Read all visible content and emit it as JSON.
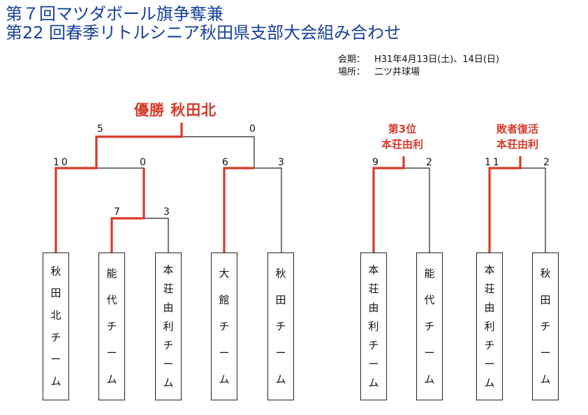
{
  "header": {
    "title_line1": "第７回マツダボール旗争奪兼",
    "title_line2": "第22 回春季リトルシニア秋田県支部大会組み合わせ",
    "date_label": "会期：",
    "date_value": "H31年4月13日(土)、14日(日)",
    "place_label": "場所：",
    "place_value": "二ツ井球場"
  },
  "labels": {
    "champion": "優勝  秋田北",
    "third_title": "第3位",
    "third_team": "本荘由利",
    "repechage_title": "敗者復活",
    "repechage_team": "本荘由利"
  },
  "scores": {
    "final_left": "5",
    "final_right": "0",
    "semi1_left": "10",
    "semi1_right": "0",
    "semi2_left": "6",
    "semi2_right": "3",
    "qf_left": "7",
    "qf_right": "3",
    "third_left": "9",
    "third_right": "2",
    "rep_left": "11",
    "rep_right": "2"
  },
  "teams": [
    {
      "id": "t1",
      "chars": [
        "秋",
        "田",
        "北",
        "チ",
        "ー",
        "ム"
      ]
    },
    {
      "id": "t2",
      "chars": [
        "能",
        "代",
        "チ",
        "ー",
        "ム"
      ]
    },
    {
      "id": "t3",
      "chars": [
        "本",
        "荘",
        "由",
        "利",
        "チ",
        "ー",
        "ム"
      ]
    },
    {
      "id": "t4",
      "chars": [
        "大",
        "館",
        "チ",
        "ー",
        "ム"
      ]
    },
    {
      "id": "t5",
      "chars": [
        "秋",
        "田",
        "チ",
        "ー",
        "ム"
      ]
    },
    {
      "id": "t6",
      "chars": [
        "本",
        "荘",
        "由",
        "利",
        "チ",
        "ー",
        "ム"
      ]
    },
    {
      "id": "t7",
      "chars": [
        "能",
        "代",
        "チ",
        "ー",
        "ム"
      ]
    },
    {
      "id": "t8",
      "chars": [
        "本",
        "荘",
        "由",
        "利",
        "チ",
        "ー",
        "ム"
      ]
    },
    {
      "id": "t9",
      "chars": [
        "秋",
        "田",
        "チ",
        "ー",
        "ム"
      ]
    }
  ],
  "colors": {
    "winner_line": "#d83a2a",
    "loser_line": "#222222",
    "title": "#16419a"
  }
}
